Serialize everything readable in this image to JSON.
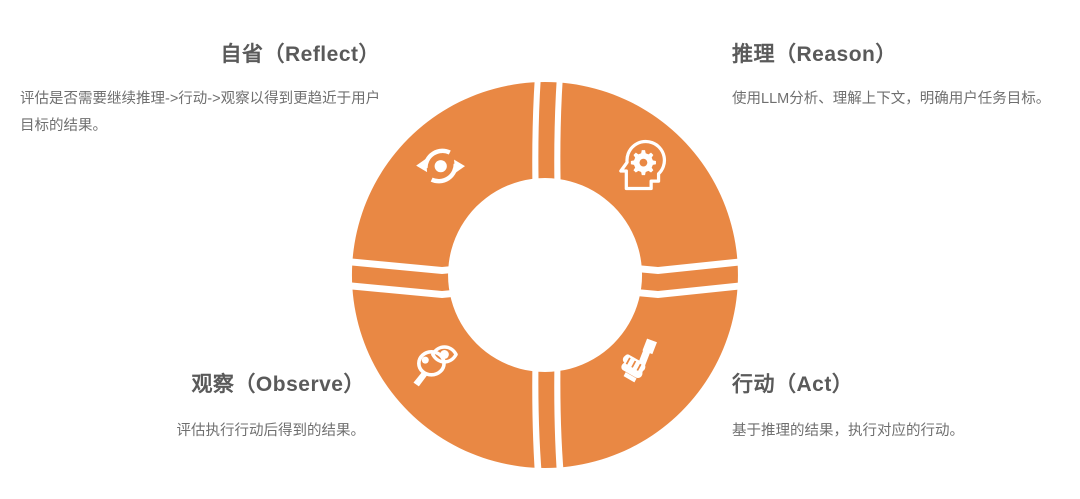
{
  "theme": {
    "ring_color": "#E98844",
    "background": "#FFFFFF",
    "title_color": "#5A5A5A",
    "body_color": "#6F6F6F",
    "icon_color": "#FFFFFF"
  },
  "diagram": {
    "type": "cycle-donut",
    "segment_count": 4,
    "stages": [
      {
        "id": "reason",
        "title": "推理（Reason）",
        "description": "使用LLM分析、理解上下文，明确用户任务目标。",
        "icon": "head-gear-icon",
        "position": "top-right"
      },
      {
        "id": "act",
        "title": "行动（Act）",
        "description": "基于推理的结果，执行对应的行动。",
        "icon": "hand-hammer-icon",
        "position": "bottom-right"
      },
      {
        "id": "observe",
        "title": "观察（Observe）",
        "description": "评估执行行动后得到的结果。",
        "icon": "magnifier-eye-icon",
        "position": "bottom-left"
      },
      {
        "id": "reflect",
        "title": "自省（Reflect）",
        "description": "评估是否需要继续推理->行动->观察以得到更趋近于用户目标的结果。",
        "icon": "refresh-cycle-icon",
        "position": "top-left"
      }
    ]
  }
}
